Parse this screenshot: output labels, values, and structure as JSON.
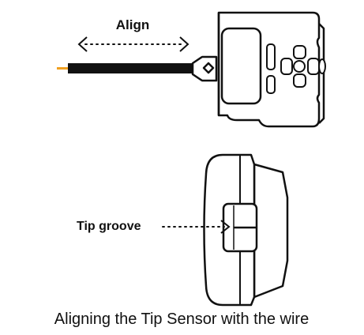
{
  "labels": {
    "align": "Align",
    "tip_groove": "Tip groove"
  },
  "caption": "Aligning the Tip Sensor with the wire",
  "colors": {
    "outline": "#111111",
    "wire": "#111111",
    "wire_tip": "#f0a020",
    "background": "#ffffff"
  }
}
